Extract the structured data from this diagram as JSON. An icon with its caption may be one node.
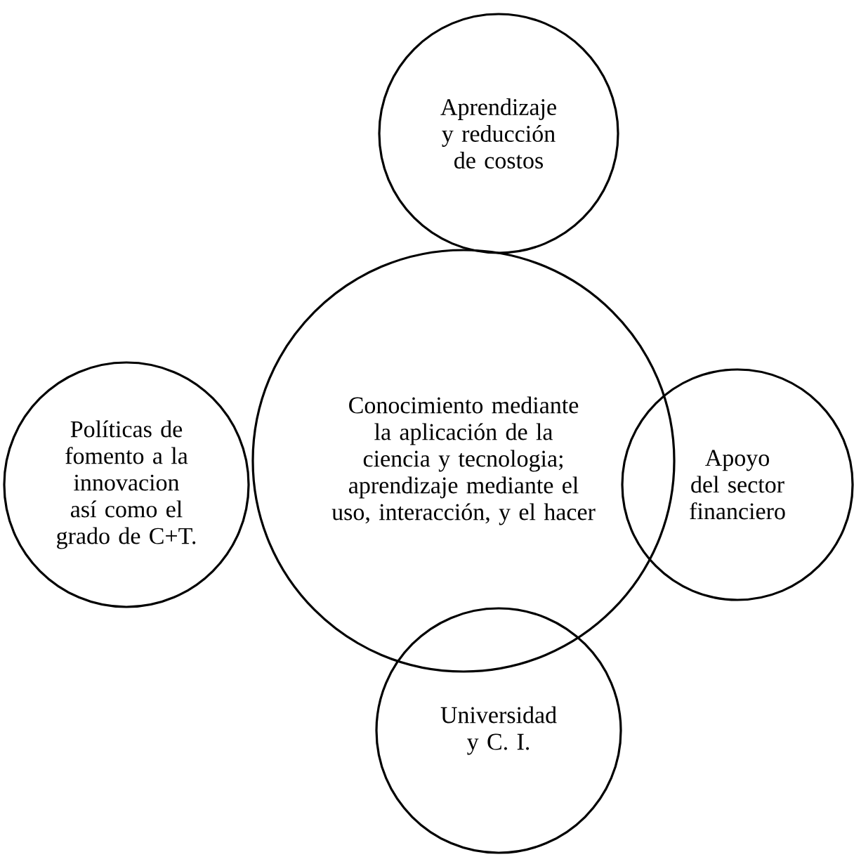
{
  "diagram": {
    "nodes": [
      {
        "text": [
          "Aprendizaje y reducción de costos"
        ]
      },
      {
        "text": [
          "Políticas de fomento a la innovacion así como el grado de C+T."
        ]
      },
      {
        "text": [
          "Conocimiento mediante la aplicación de la ciencia y tecnologia; aprendizaje mediante el uso, interacción, y el hacer"
        ]
      },
      {
        "text": [
          "Apoyo del sector financiero"
        ]
      },
      {
        "text": [
          "Universidad y C. I."
        ]
      }
    ]
  }
}
